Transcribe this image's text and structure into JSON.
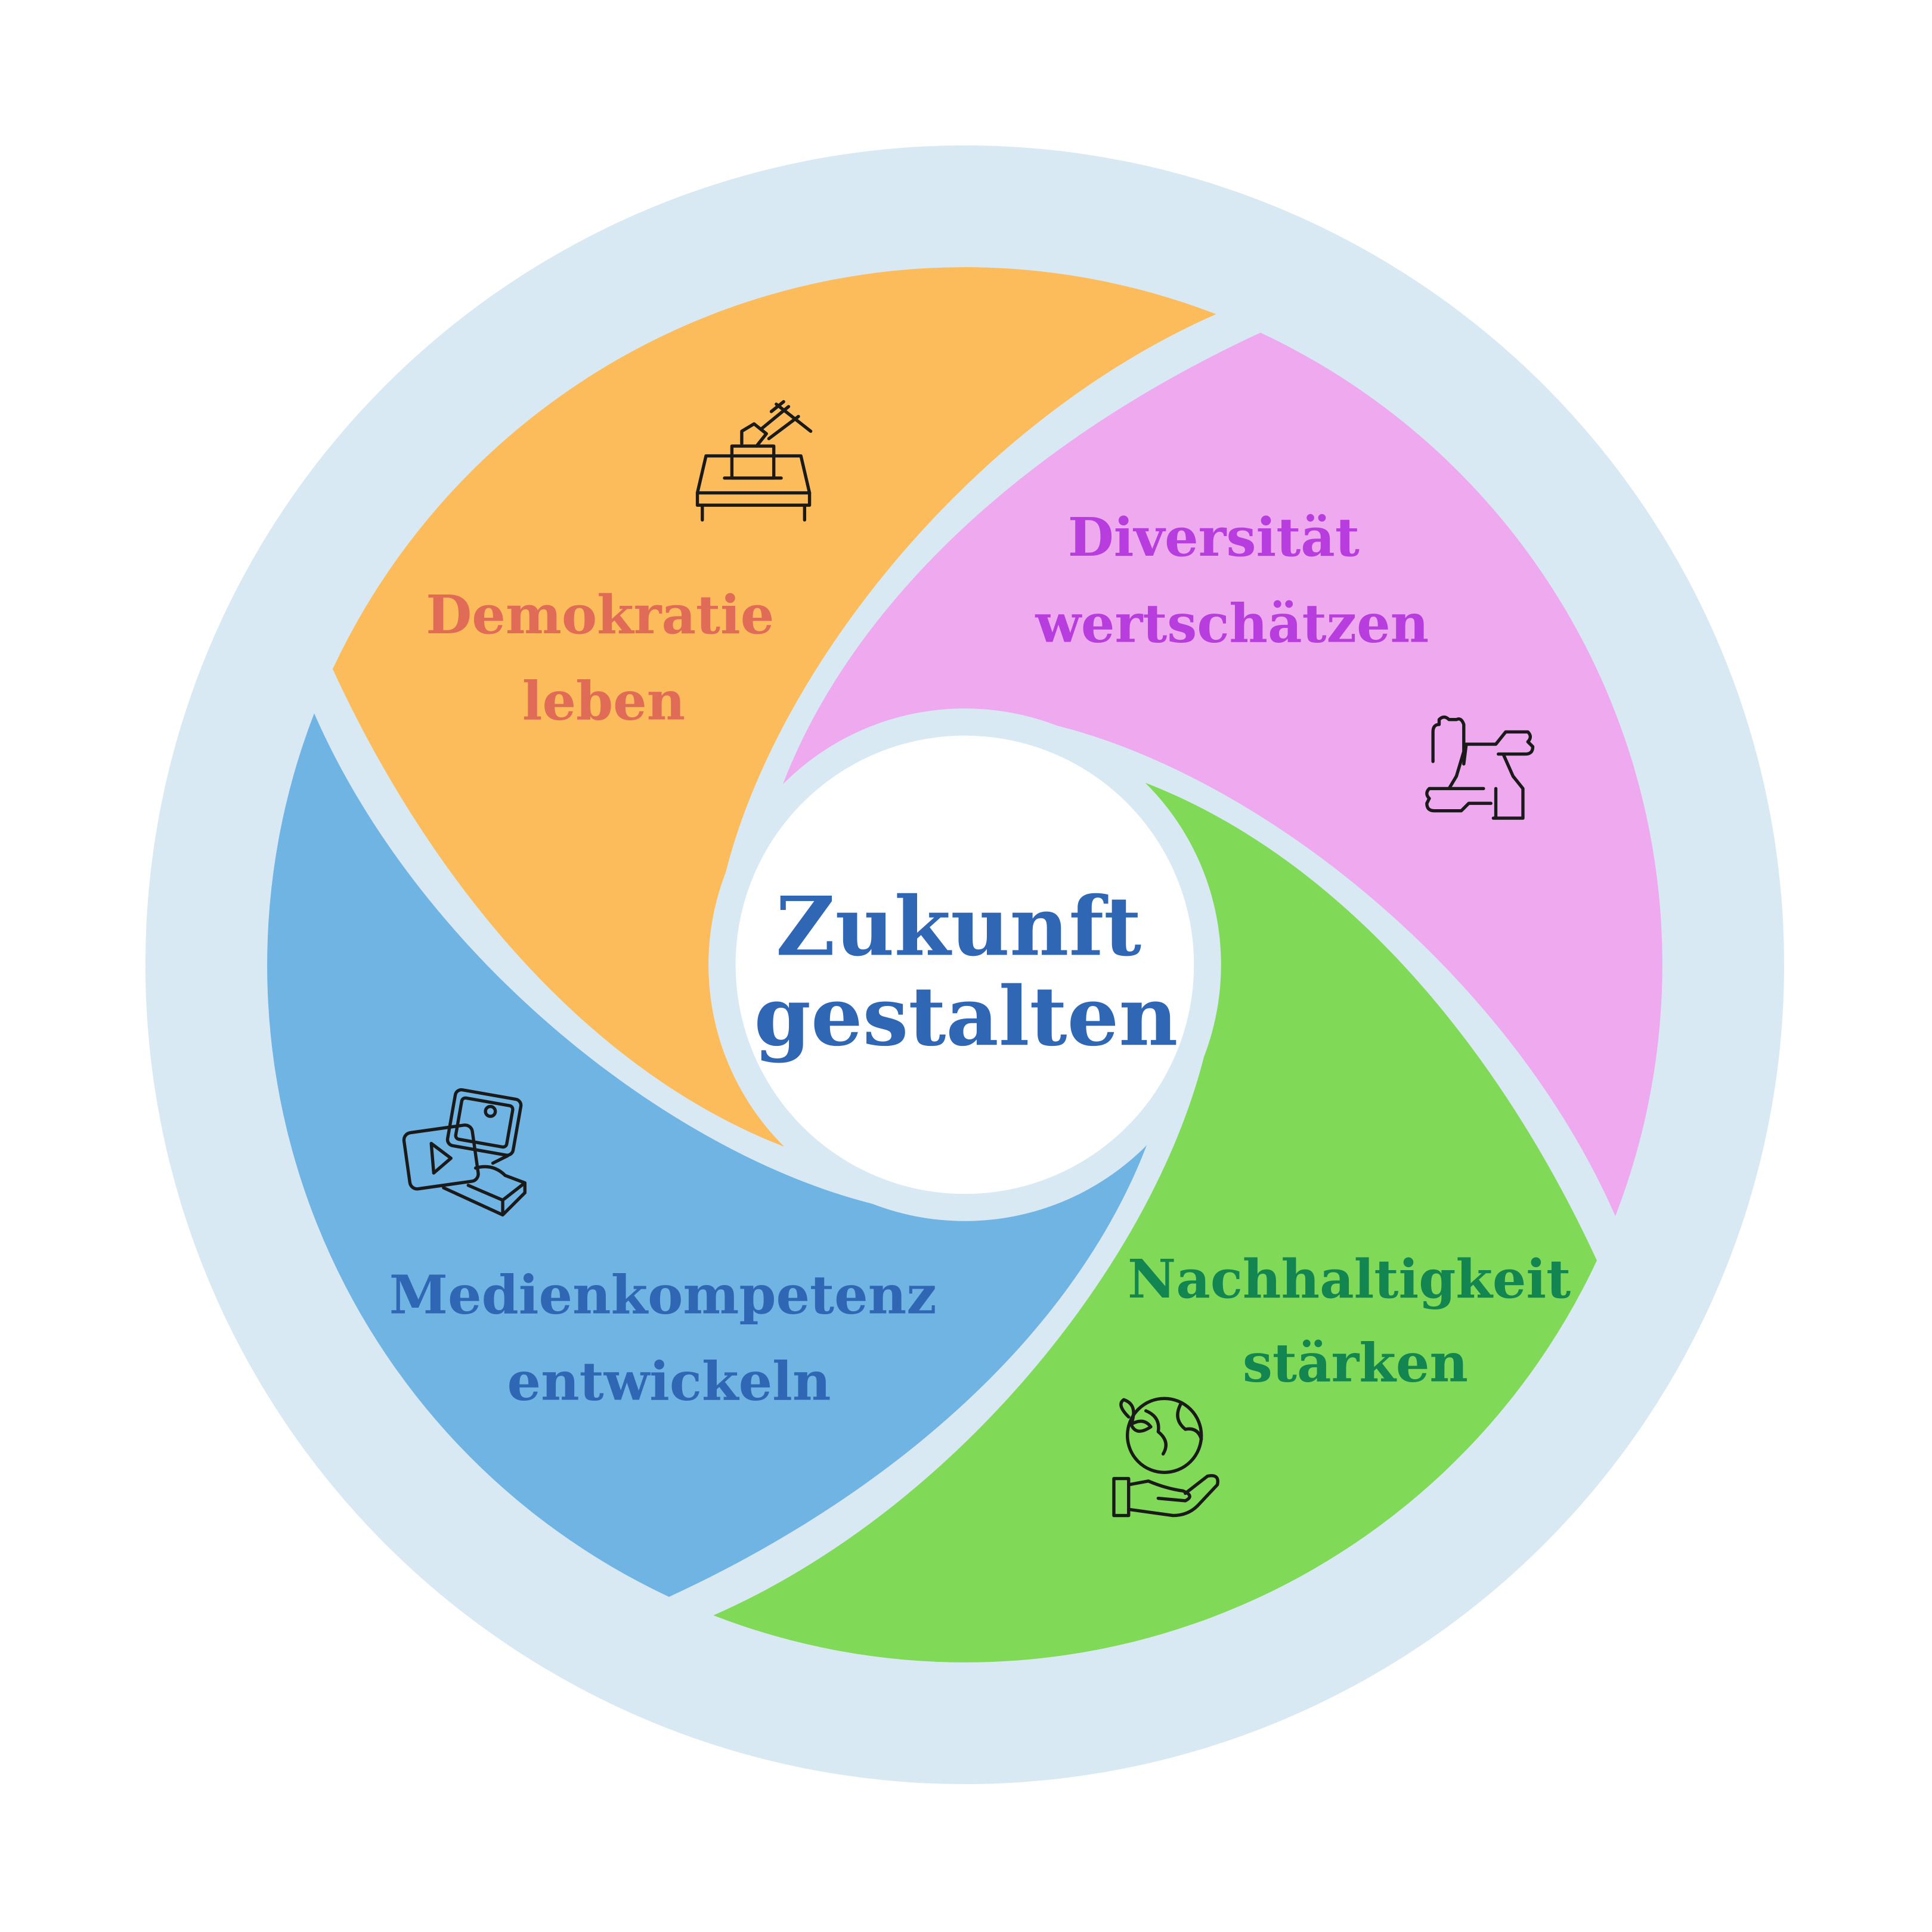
{
  "title": {
    "line1": "Zukunft",
    "line2": "gestalten"
  },
  "segments": [
    {
      "line1": "Demokratie",
      "line2": "leben",
      "icon": "ballot-box-icon",
      "fill": "#fdbc5b",
      "text_color": "#e06b57"
    },
    {
      "line1": "Diversität",
      "line2": "wertschätzen",
      "icon": "joined-hands-icon",
      "fill": "#eea9ef",
      "text_color": "#b83ddf"
    },
    {
      "line1": "Nachhaltigkeit",
      "line2": "stärken",
      "icon": "hand-globe-icon",
      "fill": "#80d957",
      "text_color": "#128550"
    },
    {
      "line1": "Medienkompetenz",
      "line2": "entwickeln",
      "icon": "media-book-icon",
      "fill": "#6fb4e3",
      "text_color": "#3067b5"
    }
  ],
  "colors": {
    "ring": "#d9e9f4",
    "center_text": "#3067b5",
    "center_fill": "#ffffff"
  }
}
